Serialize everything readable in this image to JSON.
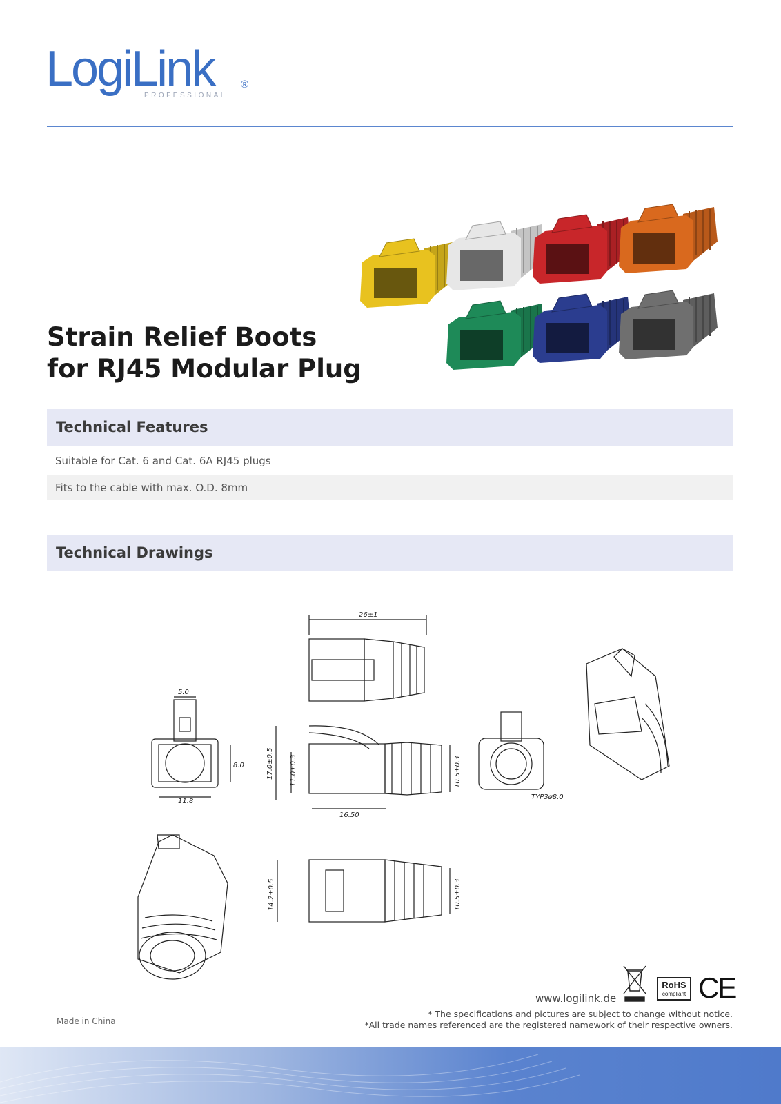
{
  "brand": {
    "name": "LogiLink",
    "registered": "®",
    "tagline": "PROFESSIONAL",
    "color": "#3a6fc4"
  },
  "product": {
    "title_line1": "Strain Relief Boots",
    "title_line2": "for RJ45 Modular Plug",
    "boot_colors": [
      "#e8c21f",
      "#e7e7e7",
      "#c8262a",
      "#d9691e",
      "#1e8a58",
      "#2b3d8f",
      "#6f6f6f"
    ]
  },
  "features": {
    "heading": "Technical Features",
    "items": [
      "Suitable for Cat. 6 and Cat. 6A RJ45 plugs",
      "Fits to the cable with max. O.D. 8mm"
    ]
  },
  "drawings": {
    "heading": "Technical Drawings",
    "dimensions": {
      "top_length": "26±1",
      "tab_width": "5.0",
      "front_width": "11.8",
      "front_height": "8.0",
      "side_height_outer": "17.0±0.5",
      "side_height_inner": "11.0±0.3",
      "side_length": "16.50",
      "side_tail": "10.5±0.3",
      "rear_diameter": "TYP3ø8.0",
      "bottom_height": "14.2±0.5",
      "bottom_tail": "10.5±0.3"
    }
  },
  "footer": {
    "website": "www.logilink.de",
    "made_in": "Made in China",
    "note1": "* The specifications and pictures are subject to change without notice.",
    "note2": "*All trade names referenced are the registered namework of their respective owners.",
    "rohs_title": "RoHS",
    "rohs_sub": "compliant",
    "ce_mark": "CE"
  }
}
